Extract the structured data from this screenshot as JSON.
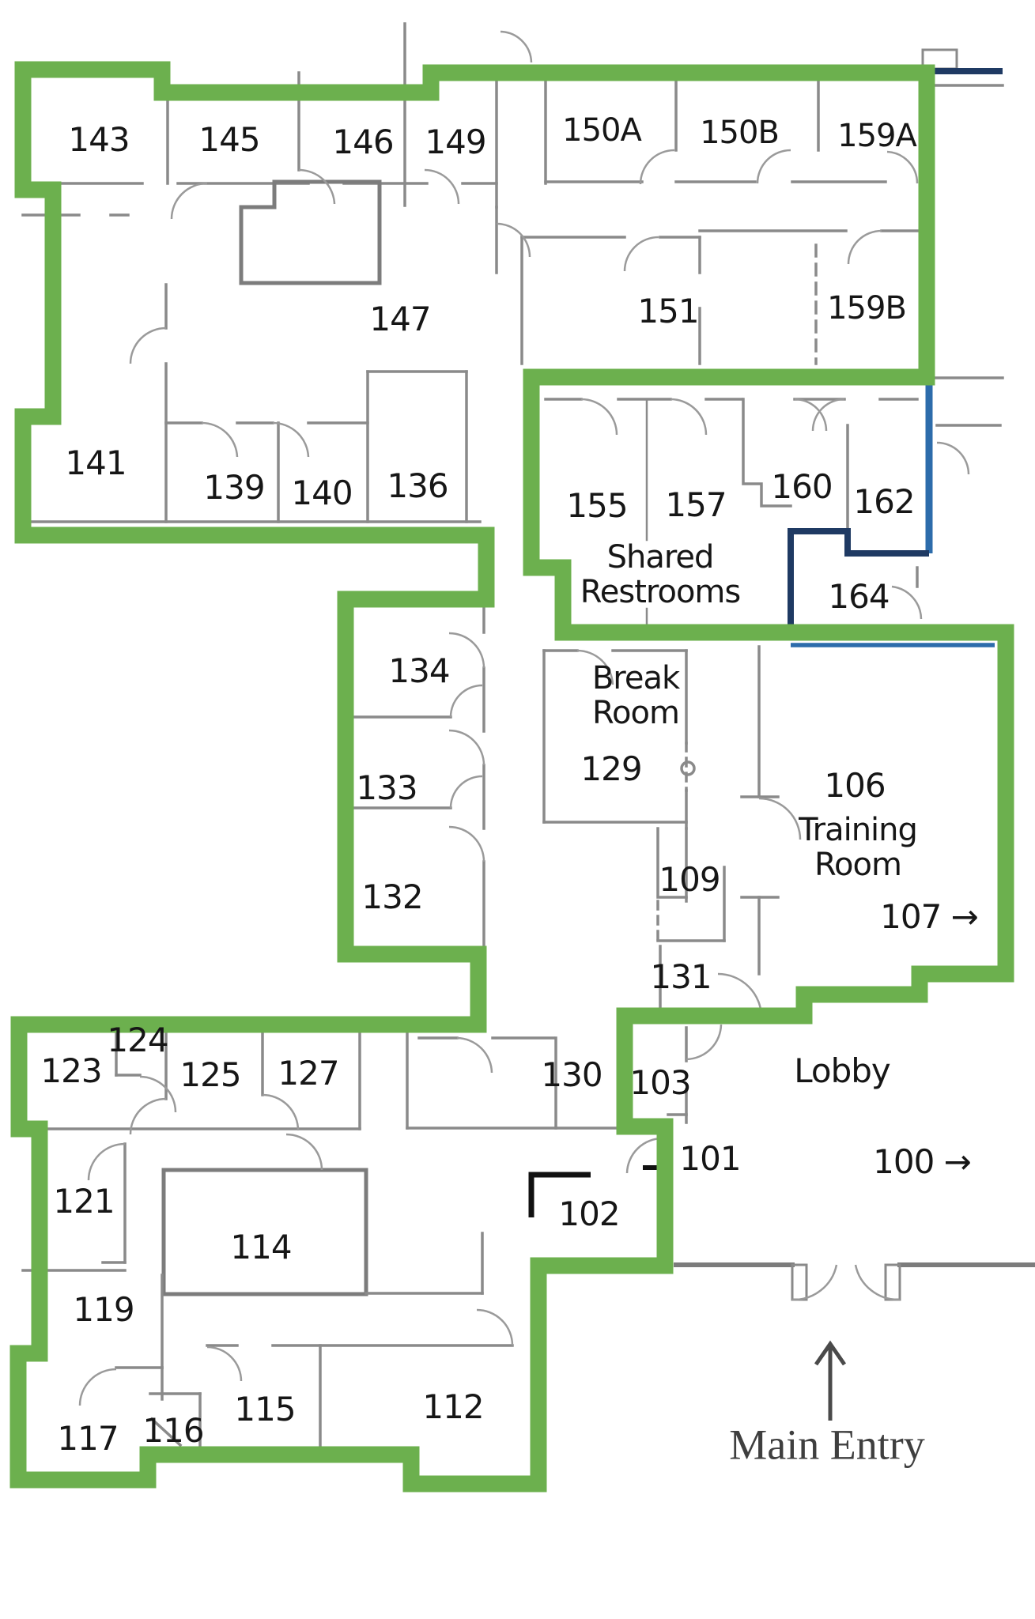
{
  "colors": {
    "highlight_green": "#6cb04e",
    "accent_blue": "#2d6cab",
    "accent_navy": "#1f3a63",
    "wall_gray": "#8a8a8a",
    "label_ink": "#161616"
  },
  "rooms": {
    "r143": "143",
    "r145": "145",
    "r146": "146",
    "r149": "149",
    "r150A": "150A",
    "r150B": "150B",
    "r159A": "159A",
    "r147": "147",
    "r151": "151",
    "r159B": "159B",
    "r141": "141",
    "r139": "139",
    "r140": "140",
    "r136": "136",
    "r155": "155",
    "r157": "157",
    "r160": "160",
    "r162": "162",
    "r164": "164",
    "r134": "134",
    "r133": "133",
    "r132": "132",
    "r129": "129",
    "r109": "109",
    "r131": "131",
    "r106": "106",
    "r107": "107 →",
    "r123": "123",
    "r124": "124",
    "r125": "125",
    "r127": "127",
    "r130": "130",
    "r103": "103",
    "r101": "101",
    "r100": "100 →",
    "r121": "121",
    "r102": "102",
    "r114": "114",
    "r119": "119",
    "r117": "117",
    "r116": "116",
    "r115": "115",
    "r112": "112"
  },
  "areas": {
    "shared_restrooms": "Shared\nRestrooms",
    "break_room": "Break\nRoom",
    "training_room": "Training\nRoom",
    "lobby": "Lobby",
    "main_entry": "Main Entry"
  }
}
